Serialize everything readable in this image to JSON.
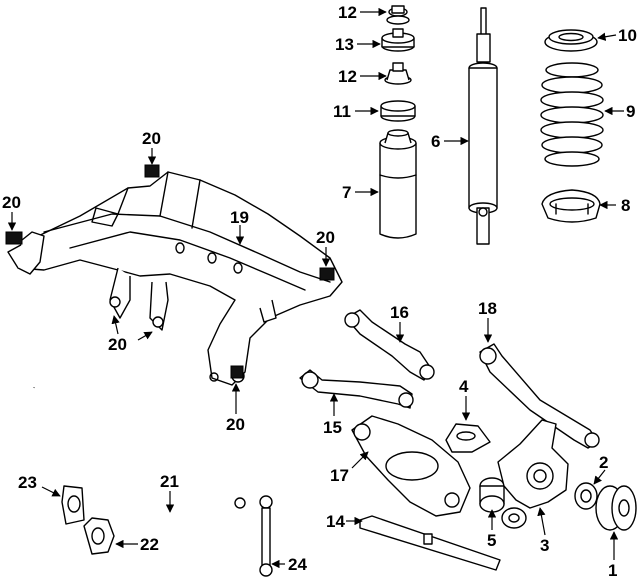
{
  "callouts": {
    "c1": "1",
    "c2": "2",
    "c3": "3",
    "c4": "4",
    "c5": "5",
    "c6": "6",
    "c7": "7",
    "c8": "8",
    "c9": "9",
    "c10": "10",
    "c11": "11",
    "c12a": "12",
    "c12b": "12",
    "c13": "13",
    "c14": "14",
    "c15": "15",
    "c16": "16",
    "c17": "17",
    "c18": "18",
    "c19": "19",
    "c20a": "20",
    "c20b": "20",
    "c20c": "20",
    "c20d": "20",
    "c20e": "20",
    "c21": "21",
    "c22": "22",
    "c23": "23",
    "c24": "24"
  }
}
